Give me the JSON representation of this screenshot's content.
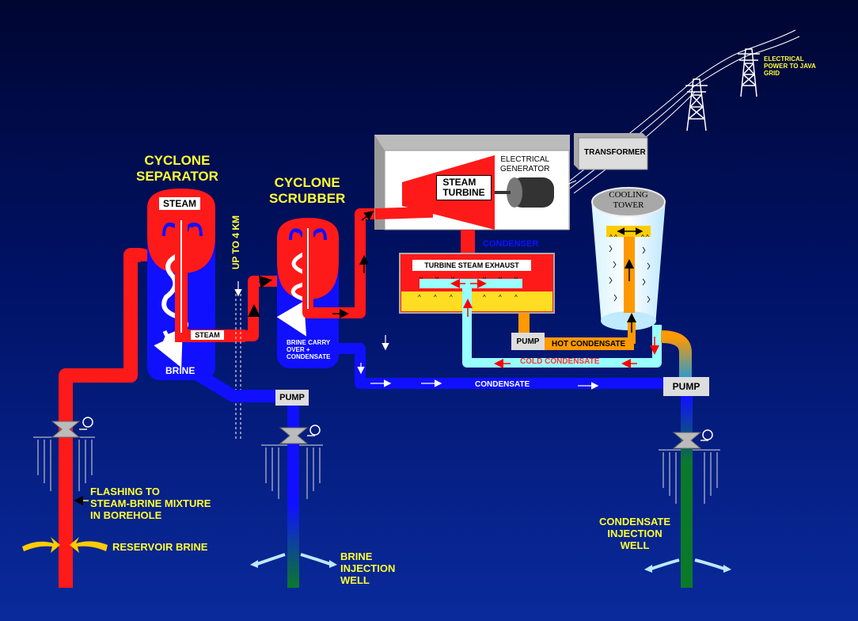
{
  "labels": {
    "cyclone_separator": "CYCLONE\nSEPARATOR",
    "cyclone_scrubber": "CYCLONE\nSCRUBBER",
    "steam_separator": "STEAM",
    "brine": "BRINE",
    "steam_pipe": "STEAM",
    "up_to_4km": "UP TO 4 KM",
    "brine_carry_over": "BRINE CARRY\nOVER +\nCONDENSATE",
    "steam_turbine": "STEAM\nTURBINE",
    "electrical_generator": "ELECTRICAL\nGENERATOR",
    "transformer": "TRANSFORMER",
    "power_grid": "ELECTRICAL\nPOWER TO JAVA\nGRID",
    "condenser": "CONDENSER",
    "turbine_steam_exhaust": "TURBINE STEAM EXHAUST",
    "cooling_tower": "COOLING\nTOWER",
    "pump_brine": "PUMP",
    "pump_hot": "PUMP",
    "pump_condensate": "PUMP",
    "hot_condensate": "HOT  CONDENSATE",
    "cold_condensate": "COLD CONDENSATE",
    "condensate": "CONDENSATE",
    "flashing": "FLASHING TO\nSTEAM-BRINE MIXTURE\nIN BOREHOLE",
    "reservoir_brine": "RESERVOIR BRINE",
    "brine_injection_well": "BRINE\nINJECTION\nWELL",
    "condensate_injection_well": "CONDENSATE\nINJECTION\nWELL"
  },
  "colors": {
    "steam": "#ff1a1a",
    "brine": "#1010ff",
    "cold_condensate": "#99ffff",
    "hot_condensate": "#ff9900",
    "well_green": "#0a7a2a",
    "label_yellow": "#ffff33"
  }
}
